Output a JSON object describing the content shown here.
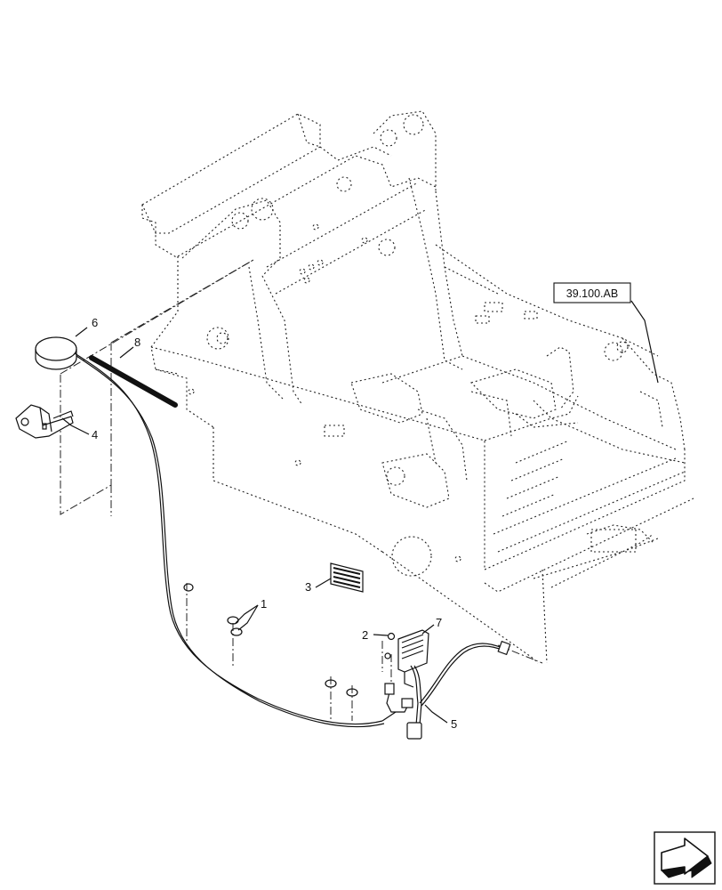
{
  "callouts": [
    {
      "id": "c1",
      "text": "1"
    },
    {
      "id": "c2",
      "text": "2"
    },
    {
      "id": "c3",
      "text": "3"
    },
    {
      "id": "c4",
      "text": "4"
    },
    {
      "id": "c5",
      "text": "5"
    },
    {
      "id": "c6",
      "text": "6"
    },
    {
      "id": "c7",
      "text": "7"
    },
    {
      "id": "c8",
      "text": "8"
    }
  ],
  "reference_box": {
    "text": "39.100.AB"
  },
  "nav_icon": "next-page-arrow-icon",
  "colors": {
    "line": "#111111",
    "background": "#ffffff"
  }
}
